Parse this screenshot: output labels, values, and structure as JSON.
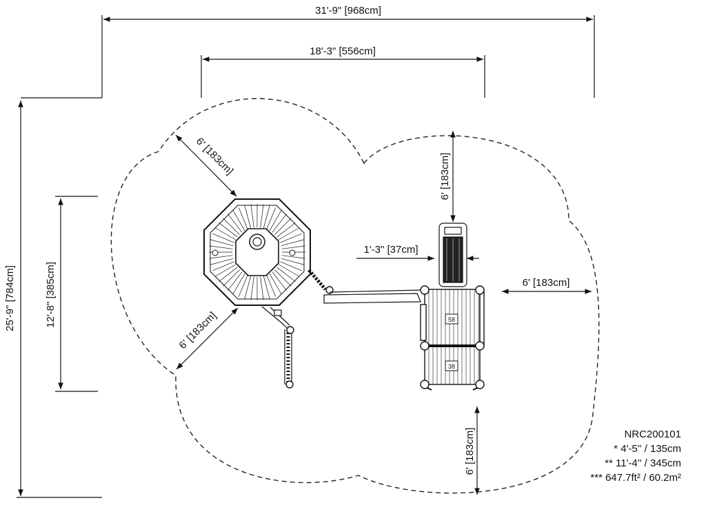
{
  "dimensions": {
    "overall_width": "31'-9\" [968cm]",
    "inner_width": "18'-3\" [556cm]",
    "overall_depth": "25'-9\" [784cm]",
    "inner_depth": "12'-8\" [385cm]",
    "clearance_tower_top": "6' [183cm]",
    "clearance_right": "6' [183cm]",
    "clearance_bottom": "6' [183cm]",
    "clearance_diag_top": "6' [183cm]",
    "clearance_diag_bottom": "6' [183cm]",
    "slide_width": "1'-3\" [37cm]"
  },
  "deck_labels": {
    "upper": "58",
    "lower": "38"
  },
  "info": {
    "model": "NRC200101",
    "height_1": "* 4'-5'' / 135cm",
    "height_2": "** 11'-4'' / 345cm",
    "area": "*** 647.7ft² / 60.2m²"
  }
}
